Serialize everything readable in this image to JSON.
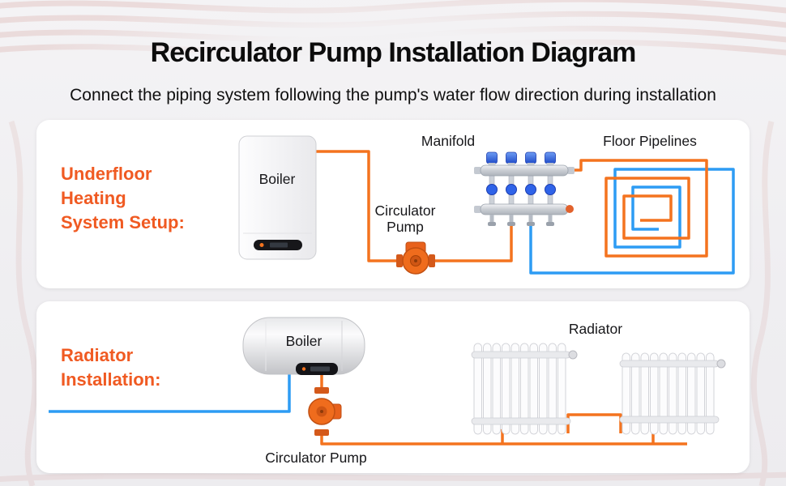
{
  "page": {
    "title": "Recirculator Pump Installation Diagram",
    "subtitle": "Connect the piping system following the pump's water flow direction during installation"
  },
  "underfloor_panel": {
    "heading": [
      "Underfloor",
      "Heating",
      "System Setup:"
    ],
    "boiler_label": "Boiler",
    "pump_label": [
      "Circulator",
      "Pump"
    ],
    "manifold_label": "Manifold",
    "floor_pipelines_label": "Floor Pipelines"
  },
  "radiator_panel": {
    "heading": [
      "Radiator",
      "Installation:"
    ],
    "boiler_label": "Boiler",
    "pump_label": "Circulator Pump",
    "radiator_label": "Radiator"
  },
  "colors": {
    "supply_pipe_orange": "#f4731f",
    "return_pipe_blue": "#2d9cf4",
    "heading_orange": "#f05a22",
    "valve_blue": "#2a52d8"
  }
}
